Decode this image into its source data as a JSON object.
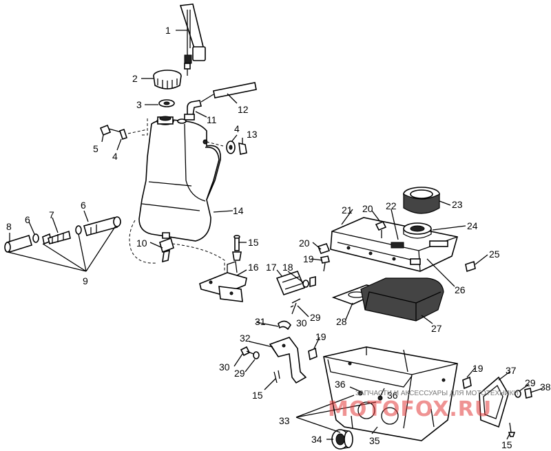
{
  "diagram": {
    "callouts": [
      "1",
      "2",
      "3",
      "11",
      "12",
      "4",
      "13",
      "5",
      "4",
      "14",
      "8",
      "6",
      "7",
      "6",
      "9",
      "10",
      "15",
      "16",
      "17",
      "18",
      "19",
      "20",
      "20",
      "21",
      "22",
      "23",
      "24",
      "25",
      "26",
      "27",
      "28",
      "29",
      "30",
      "31",
      "32",
      "19",
      "30",
      "29",
      "15",
      "36",
      "36",
      "33",
      "19",
      "37",
      "29",
      "38",
      "15",
      "34",
      "35"
    ]
  },
  "watermark": {
    "caption": "ЗАПЧАСТИ И АКСЕССУАРЫ ДЛЯ МОТОТЕХНИКИ",
    "logo": "MOTOFOX.RU"
  }
}
